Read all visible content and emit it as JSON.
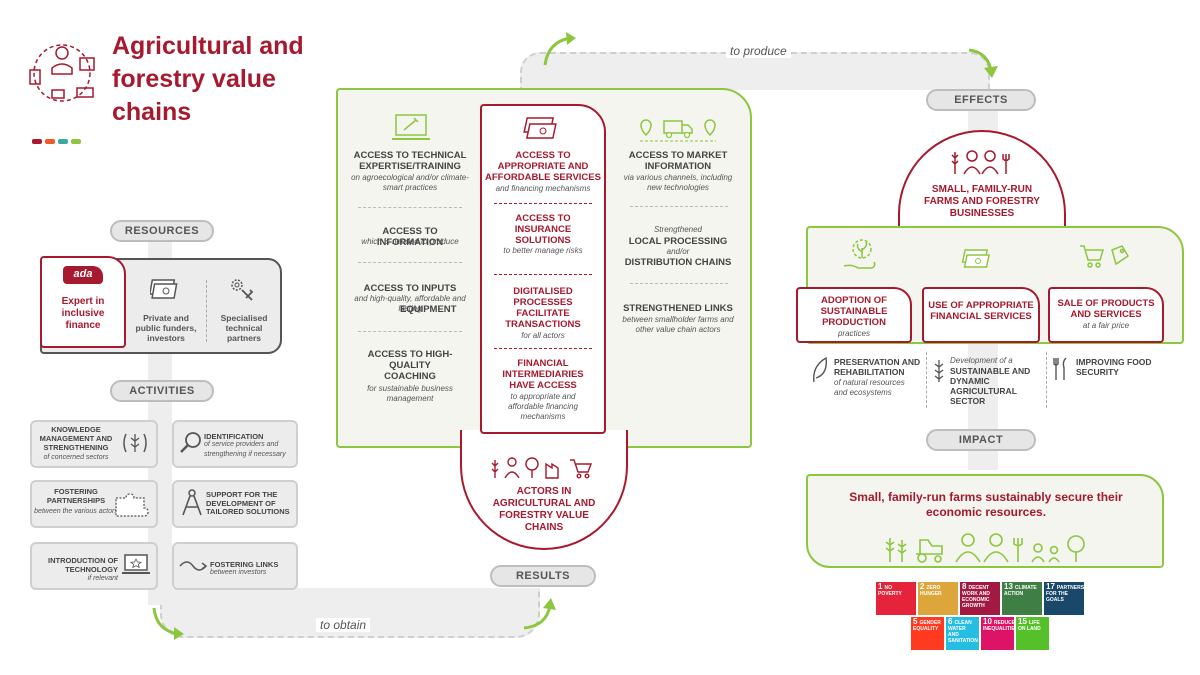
{
  "title": "Agricultural and forestry value chains",
  "colors": {
    "brand_red": "#a6192e",
    "green": "#8dc63f",
    "grey": "#ececec",
    "dots": [
      "#a6192e",
      "#e85c2a",
      "#3aa9a0",
      "#8dc63f"
    ]
  },
  "arrows": {
    "top": "to produce",
    "bottom": "to obtain"
  },
  "resources": {
    "label": "RESOURCES",
    "ada_logo": "ada",
    "ada_text": "Expert in inclusive finance",
    "funders": "Private and public funders, investors",
    "partners": "Specialised technical partners"
  },
  "activities": {
    "label": "ACTIVITIES",
    "items": [
      {
        "title": "KNOWLEDGE MANAGEMENT AND STRENGTHENING",
        "sub": "of concerned sectors"
      },
      {
        "title": "IDENTIFICATION",
        "sub": "of service providers and strengthening if necessary"
      },
      {
        "title": "FOSTERING PARTNERSHIPS",
        "sub": "between the various actors"
      },
      {
        "title": "SUPPORT FOR THE DEVELOPMENT OF TAILORED SOLUTIONS",
        "sub": ""
      },
      {
        "title": "INTRODUCTION OF TECHNOLOGY",
        "sub": "if relevant"
      },
      {
        "title": "FOSTERING LINKS",
        "sub": "between investors"
      }
    ]
  },
  "middle": {
    "left": [
      {
        "title": "ACCESS TO TECHNICAL EXPERTISE/TRAINING",
        "sub": "on agroecological and/or climate-smart practices"
      },
      {
        "title": "ACCESS TO INFORMATION",
        "sub": "which is needed to produce"
      },
      {
        "title": "ACCESS TO INPUTS",
        "sub": "and high-quality, affordable and lasting",
        "tail": "EQUIPMENT"
      },
      {
        "title": "ACCESS TO HIGH-QUALITY COACHING",
        "sub": "for sustainable business management"
      }
    ],
    "center": [
      {
        "title": "ACCESS TO APPROPRIATE AND AFFORDABLE SERVICES",
        "sub": "and financing mechanisms"
      },
      {
        "title": "ACCESS TO INSURANCE SOLUTIONS",
        "sub": "to better manage risks"
      },
      {
        "title": "DIGITALISED PROCESSES FACILITATE TRANSACTIONS",
        "sub": "for all actors"
      },
      {
        "title": "FINANCIAL INTERMEDIARIES HAVE ACCESS",
        "sub": "to appropriate and affordable financing mechanisms"
      }
    ],
    "right": [
      {
        "title": "ACCESS TO MARKET INFORMATION",
        "sub": "via various channels, including new technologies"
      },
      {
        "pre": "Strengthened",
        "title": "LOCAL PROCESSING",
        "mid": "and/or",
        "title2": "DISTRIBUTION CHAINS"
      },
      {
        "title": "STRENGTHENED LINKS",
        "sub": "between smallholder farms and other value chain actors"
      }
    ],
    "actors": "ACTORS IN AGRICULTURAL AND FORESTRY VALUE CHAINS"
  },
  "results_label": "RESULTS",
  "effects": {
    "label": "EFFECTS",
    "heading": "SMALL, FAMILY-RUN FARMS AND FORESTRY BUSINESSES",
    "boxes": [
      {
        "title": "ADOPTION OF SUSTAINABLE PRODUCTION",
        "sub": "practices"
      },
      {
        "title": "USE OF APPROPRIATE FINANCIAL SERVICES",
        "sub": ""
      },
      {
        "title": "SALE OF PRODUCTS AND SERVICES",
        "sub": "at a fair price"
      }
    ],
    "outcomes": [
      {
        "title": "PRESERVATION AND REHABILITATION",
        "sub": "of natural resources and ecosystems"
      },
      {
        "pre": "Development of a",
        "title": "SUSTAINABLE AND DYNAMIC AGRICULTURAL SECTOR"
      },
      {
        "title": "IMPROVING FOOD SECURITY",
        "sub": ""
      }
    ]
  },
  "impact": {
    "label": "IMPACT",
    "text": "Small, family-run farms sustainably secure their economic resources."
  },
  "sdgs": [
    {
      "num": "1",
      "label": "NO POVERTY",
      "color": "#e5243b"
    },
    {
      "num": "2",
      "label": "ZERO HUNGER",
      "color": "#dda63a"
    },
    {
      "num": "8",
      "label": "DECENT WORK AND ECONOMIC GROWTH",
      "color": "#a21942"
    },
    {
      "num": "13",
      "label": "CLIMATE ACTION",
      "color": "#3f7e44"
    },
    {
      "num": "17",
      "label": "PARTNERSHIPS FOR THE GOALS",
      "color": "#19486a"
    },
    {
      "num": "5",
      "label": "GENDER EQUALITY",
      "color": "#ff3a21"
    },
    {
      "num": "6",
      "label": "CLEAN WATER AND SANITATION",
      "color": "#26bde2"
    },
    {
      "num": "10",
      "label": "REDUCED INEQUALITIES",
      "color": "#dd1367"
    },
    {
      "num": "15",
      "label": "LIFE ON LAND",
      "color": "#56c02b"
    }
  ]
}
